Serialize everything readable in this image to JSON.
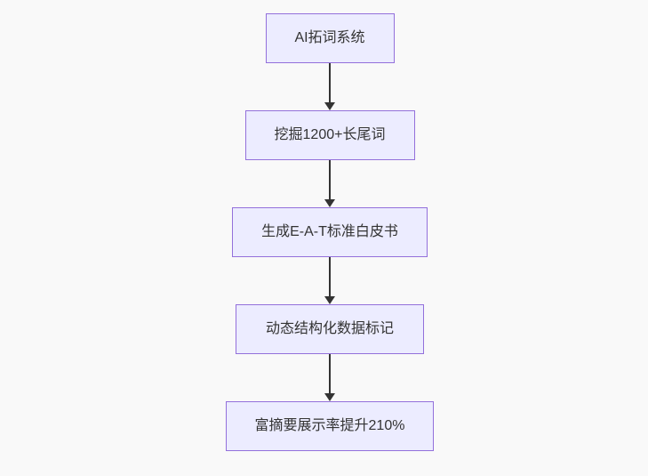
{
  "page": {
    "background": "#f9f9f9"
  },
  "flowchart": {
    "type": "flowchart",
    "direction": "top-down",
    "node_fill": "#ECECFF",
    "node_border": "#9370DB",
    "text_color": "#333333",
    "arrow_color": "#333333",
    "nodes": [
      {
        "id": "node-1",
        "label": "AI拓词系统"
      },
      {
        "id": "node-2",
        "label": "挖掘1200+长尾词"
      },
      {
        "id": "node-3",
        "label": "生成E-A-T标准白皮书"
      },
      {
        "id": "node-4",
        "label": "动态结构化数据标记"
      },
      {
        "id": "node-5",
        "label": "富摘要展示率提升210%"
      }
    ],
    "edges": [
      {
        "from": "node-1",
        "to": "node-2"
      },
      {
        "from": "node-2",
        "to": "node-3"
      },
      {
        "from": "node-3",
        "to": "node-4"
      },
      {
        "from": "node-4",
        "to": "node-5"
      }
    ]
  }
}
